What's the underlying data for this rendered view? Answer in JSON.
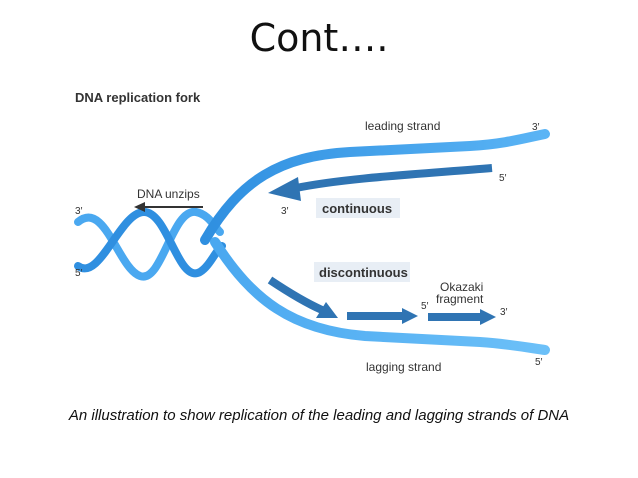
{
  "slide": {
    "title": "Cont…."
  },
  "diagram": {
    "title": "DNA replication fork",
    "labels": {
      "leading_strand": "leading strand",
      "lagging_strand": "lagging strand",
      "dna_unzips": "DNA unzips",
      "continuous": "continuous",
      "discontinuous": "discontinuous",
      "okazaki_line1": "Okazaki",
      "okazaki_line2": "fragment",
      "prime3": "3′",
      "prime5": "5′"
    },
    "colors": {
      "strand_light": "#4aa8f0",
      "strand_mid": "#2f8fe0",
      "new_strand": "#2f74b3",
      "label_box": "#e8eef5",
      "arrow_dark": "#333333"
    }
  },
  "caption": "An illustration to show replication of the leading and lagging strands of DNA"
}
